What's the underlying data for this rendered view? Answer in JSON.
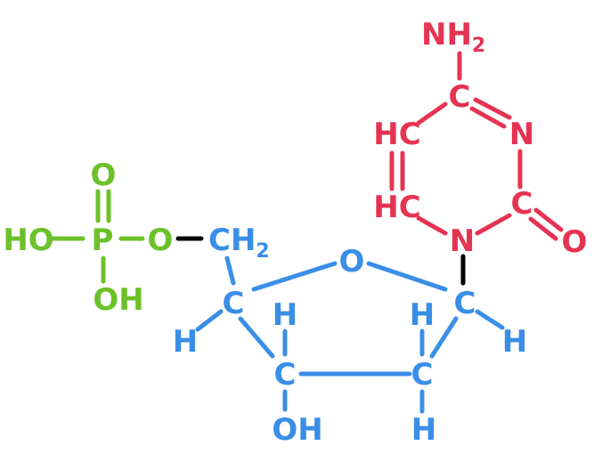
{
  "colors": {
    "phosphate": "#6cc12a",
    "sugar": "#3a8ee6",
    "base": "#e63352",
    "link": "#000000",
    "background": "#ffffff"
  },
  "phosphate": {
    "p": "P",
    "o_top": "O",
    "o_bridge": "O",
    "ho_left": "HO",
    "oh_bottom": "OH"
  },
  "sugar": {
    "ch2_c": "CH",
    "ch2_sub": "2",
    "ring_o": "O",
    "c4": "C",
    "c3": "C",
    "c2": "C",
    "c1": "C",
    "h_c4": "H",
    "h_c3_top": "H",
    "h_c2_top": "H",
    "h_c1": "H",
    "oh_c3": "OH",
    "h_c2_bottom": "H"
  },
  "base": {
    "nh2_n": "NH",
    "nh2_sub": "2",
    "c4": "C",
    "n3": "N",
    "c2": "C",
    "o2": "O",
    "n1": "N",
    "hc6": "HC",
    "hc5": "HC"
  }
}
